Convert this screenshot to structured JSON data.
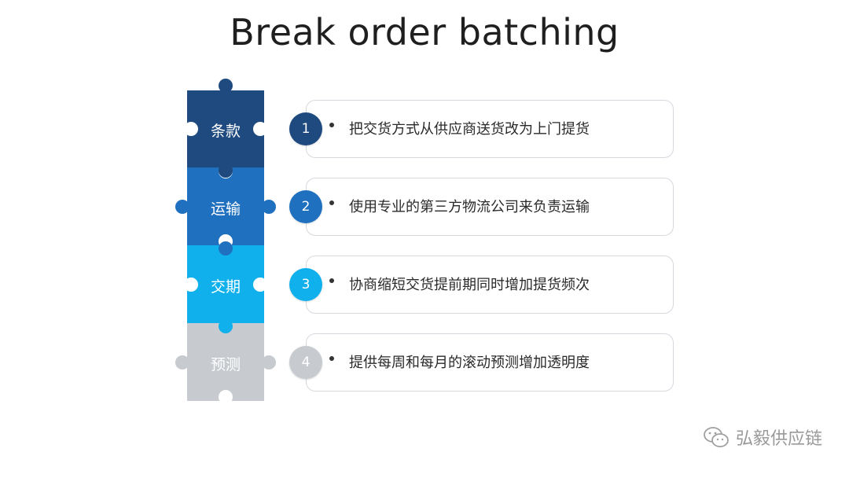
{
  "title": "Break order batching",
  "colors": {
    "piece1": "#1e4a7f",
    "piece2": "#2070c0",
    "piece3": "#10b0ec",
    "piece4": "#c7cbd0",
    "circle1": "#1e4a7f",
    "circle2": "#2070c0",
    "circle3": "#10b0ec",
    "circle4": "#c7cbd0"
  },
  "steps": [
    {
      "number": "1",
      "tag": "条款",
      "text": "把交货方式从供应商送货改为上门提货"
    },
    {
      "number": "2",
      "tag": "运输",
      "text": "使用专业的第三方物流公司来负责运输"
    },
    {
      "number": "3",
      "tag": "交期",
      "text": "协商缩短交货提前期同时增加提货频次"
    },
    {
      "number": "4",
      "tag": "预测",
      "text": "提供每周和每月的滚动预测增加透明度"
    }
  ],
  "watermark": {
    "text": "弘毅供应链",
    "icon": "wechat-icon"
  }
}
